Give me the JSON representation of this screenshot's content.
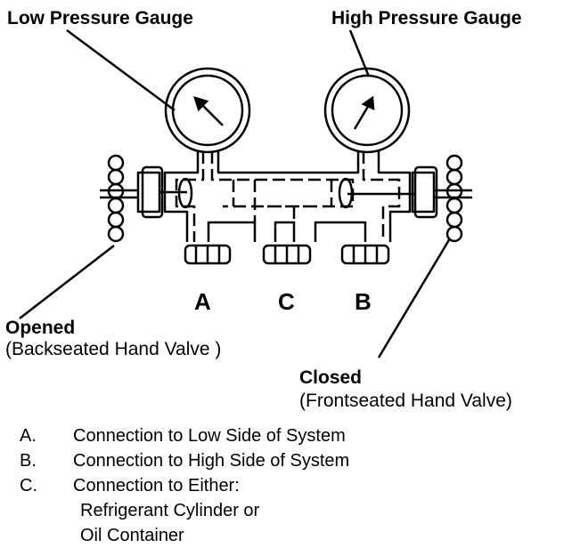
{
  "labels": {
    "low_gauge": "Low Pressure Gauge",
    "high_gauge": "High Pressure Gauge",
    "port_a": "A",
    "port_c": "C",
    "port_b": "B",
    "opened": "Opened",
    "opened_note": "(Backseated Hand Valve )",
    "closed": "Closed",
    "closed_note": "(Frontseated Hand Valve)"
  },
  "legend": [
    {
      "key": "A.",
      "text": "Connection to Low Side of System"
    },
    {
      "key": "B.",
      "text": "Connection to High Side of System"
    },
    {
      "key": "C.",
      "text": "Connection to Either:"
    }
  ],
  "legend_sub": [
    "Refrigerant Cylinder or",
    "Oil Container"
  ]
}
